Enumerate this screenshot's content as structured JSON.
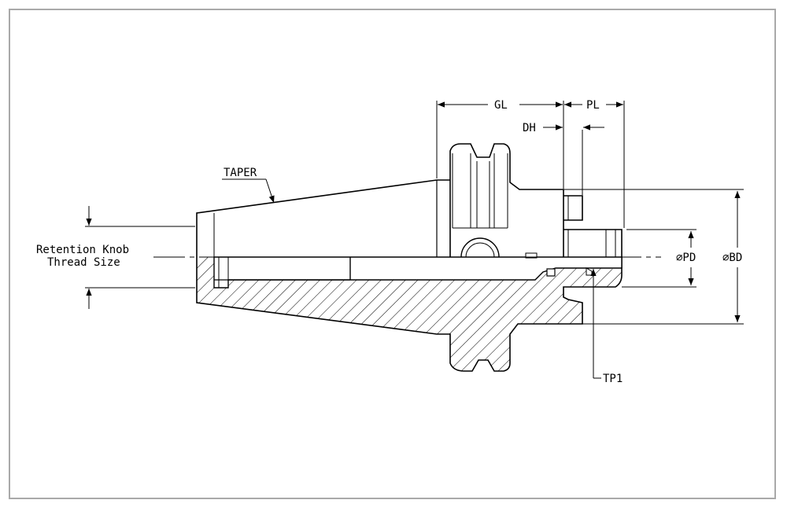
{
  "labels": {
    "taper": "TAPER",
    "retention_line1": "Retention Knob",
    "retention_line2": "Thread Size",
    "gl": "GL",
    "pl": "PL",
    "dh": "DH",
    "pd": "⌀PD",
    "bd": "⌀BD",
    "tp1": "TP1"
  },
  "colors": {
    "line": "#000000",
    "frame": "#a9a9a9",
    "background": "#ffffff"
  }
}
